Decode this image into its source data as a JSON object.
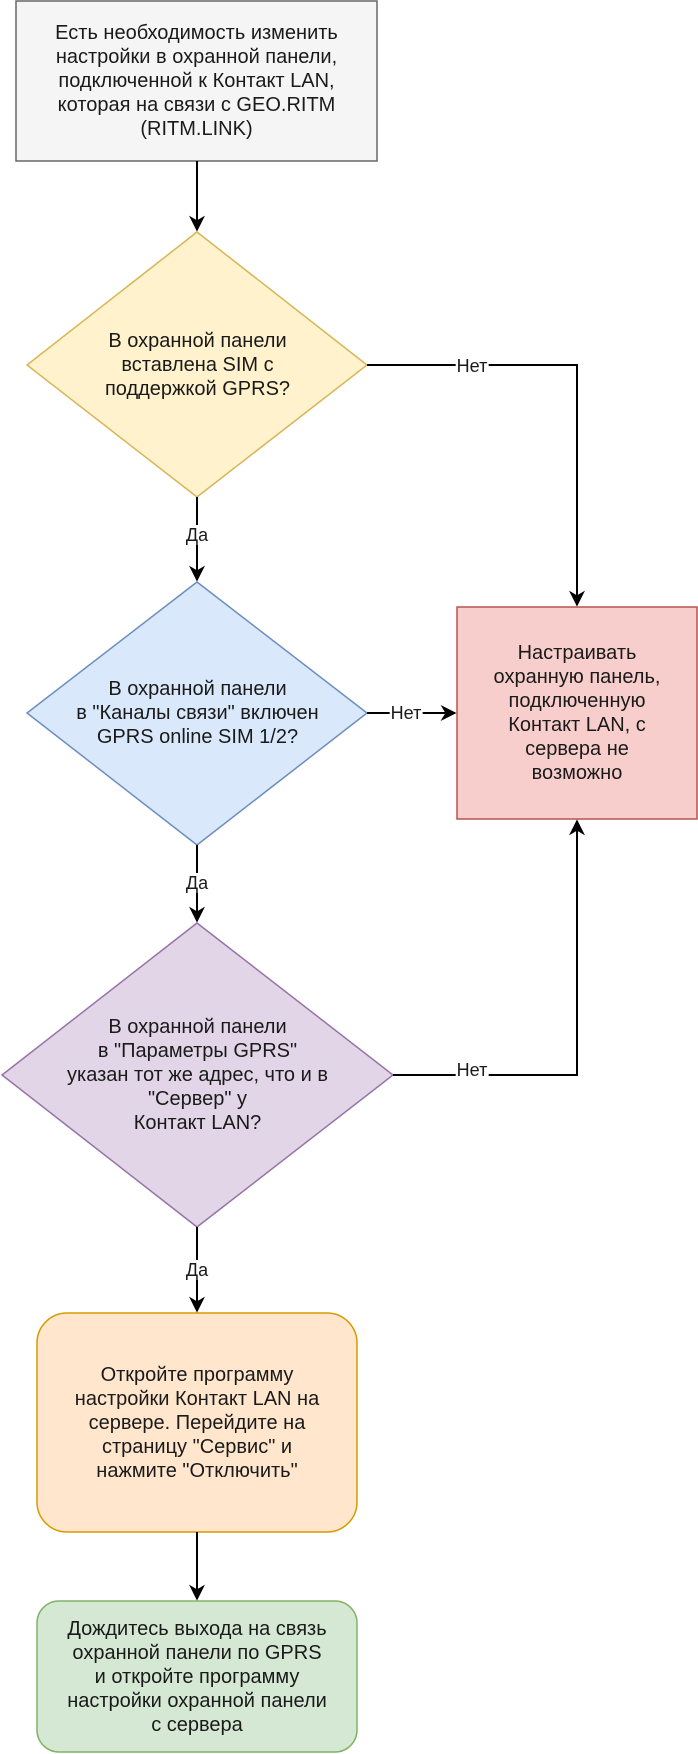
{
  "diagram": {
    "type": "flowchart",
    "nodes": {
      "start": {
        "text": "Есть необходимость изменить\nнастройки в охранной панели,\nподключенной к Контакт LAN,\nкоторая на связи с GEO.RITM\n(RITM.LINK)",
        "shape": "rectangle",
        "fill": "#f5f5f5",
        "stroke": "#666666"
      },
      "q_sim": {
        "text": "В охранной панели\nвставлена SIM с\nподдержкой GPRS?",
        "shape": "diamond",
        "fill": "#fff2cc",
        "stroke": "#d6b656"
      },
      "q_channels": {
        "text": "В охранной панели\nв \"Каналы связи\" включен\nGPRS online SIM 1/2?",
        "shape": "diamond",
        "fill": "#dae8fc",
        "stroke": "#6c8ebf"
      },
      "q_params": {
        "text": "В охранной панели\nв \"Параметры GPRS\"\nуказан тот же адрес, что и в\n\"Сервер\" у\nКонтакт LAN?",
        "shape": "diamond",
        "fill": "#e1d5e7",
        "stroke": "#9673a6"
      },
      "impossible": {
        "text": "Настраивать\nохранную панель,\nподключенную\nКонтакт LAN, с\nсервера не\nвозможно",
        "shape": "rectangle",
        "fill": "#f8cecc",
        "stroke": "#b85450"
      },
      "open_program": {
        "text": "Откройте программу\nнастройки Контакт LAN на\nсервере. Перейдите на\nстраницу \"Сервис\" и\nнажмите \"Отключить\"",
        "shape": "rounded-rectangle",
        "fill": "#ffe6cc",
        "stroke": "#d79b00"
      },
      "wait": {
        "text": "Дождитесь выхода на связь\nохранной панели по GPRS\nи откройте программу\nнастройки охранной панели\nс сервера",
        "shape": "rounded-rectangle",
        "fill": "#d5e8d4",
        "stroke": "#82b366"
      }
    },
    "edges": {
      "sim_no": "Нет",
      "sim_yes": "Да",
      "channels_no": "Нет",
      "channels_yes": "Да",
      "params_no": "Нет",
      "params_yes": "Да"
    },
    "edge_color": "#000000"
  }
}
